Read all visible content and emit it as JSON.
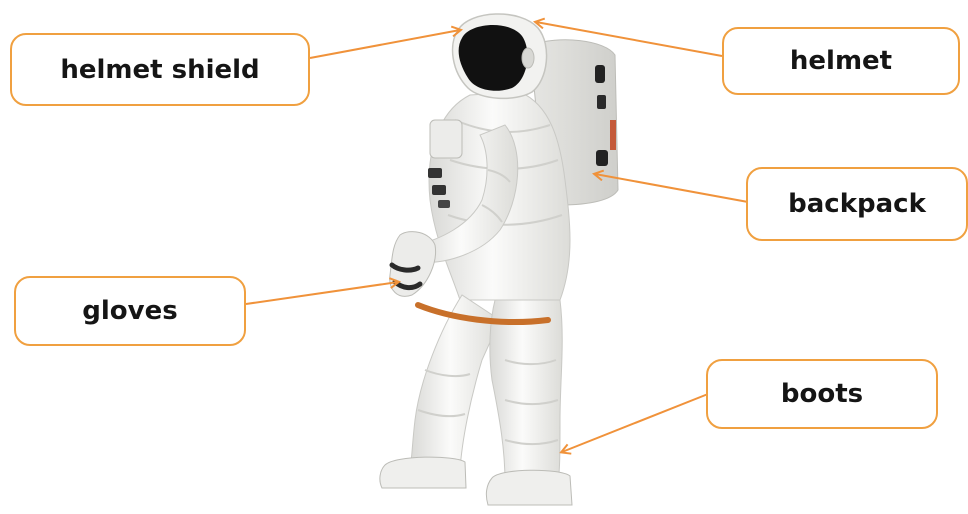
{
  "labels": {
    "helmet_shield": "helmet shield",
    "helmet": "helmet",
    "backpack": "backpack",
    "gloves": "gloves",
    "boots": "boots"
  },
  "colors": {
    "label_border": "#f0a040",
    "arrow": "#f0923a",
    "suit": "#f4f4f2",
    "visor": "#111111",
    "trim": "#c8702a"
  },
  "illustration": "astronaut"
}
